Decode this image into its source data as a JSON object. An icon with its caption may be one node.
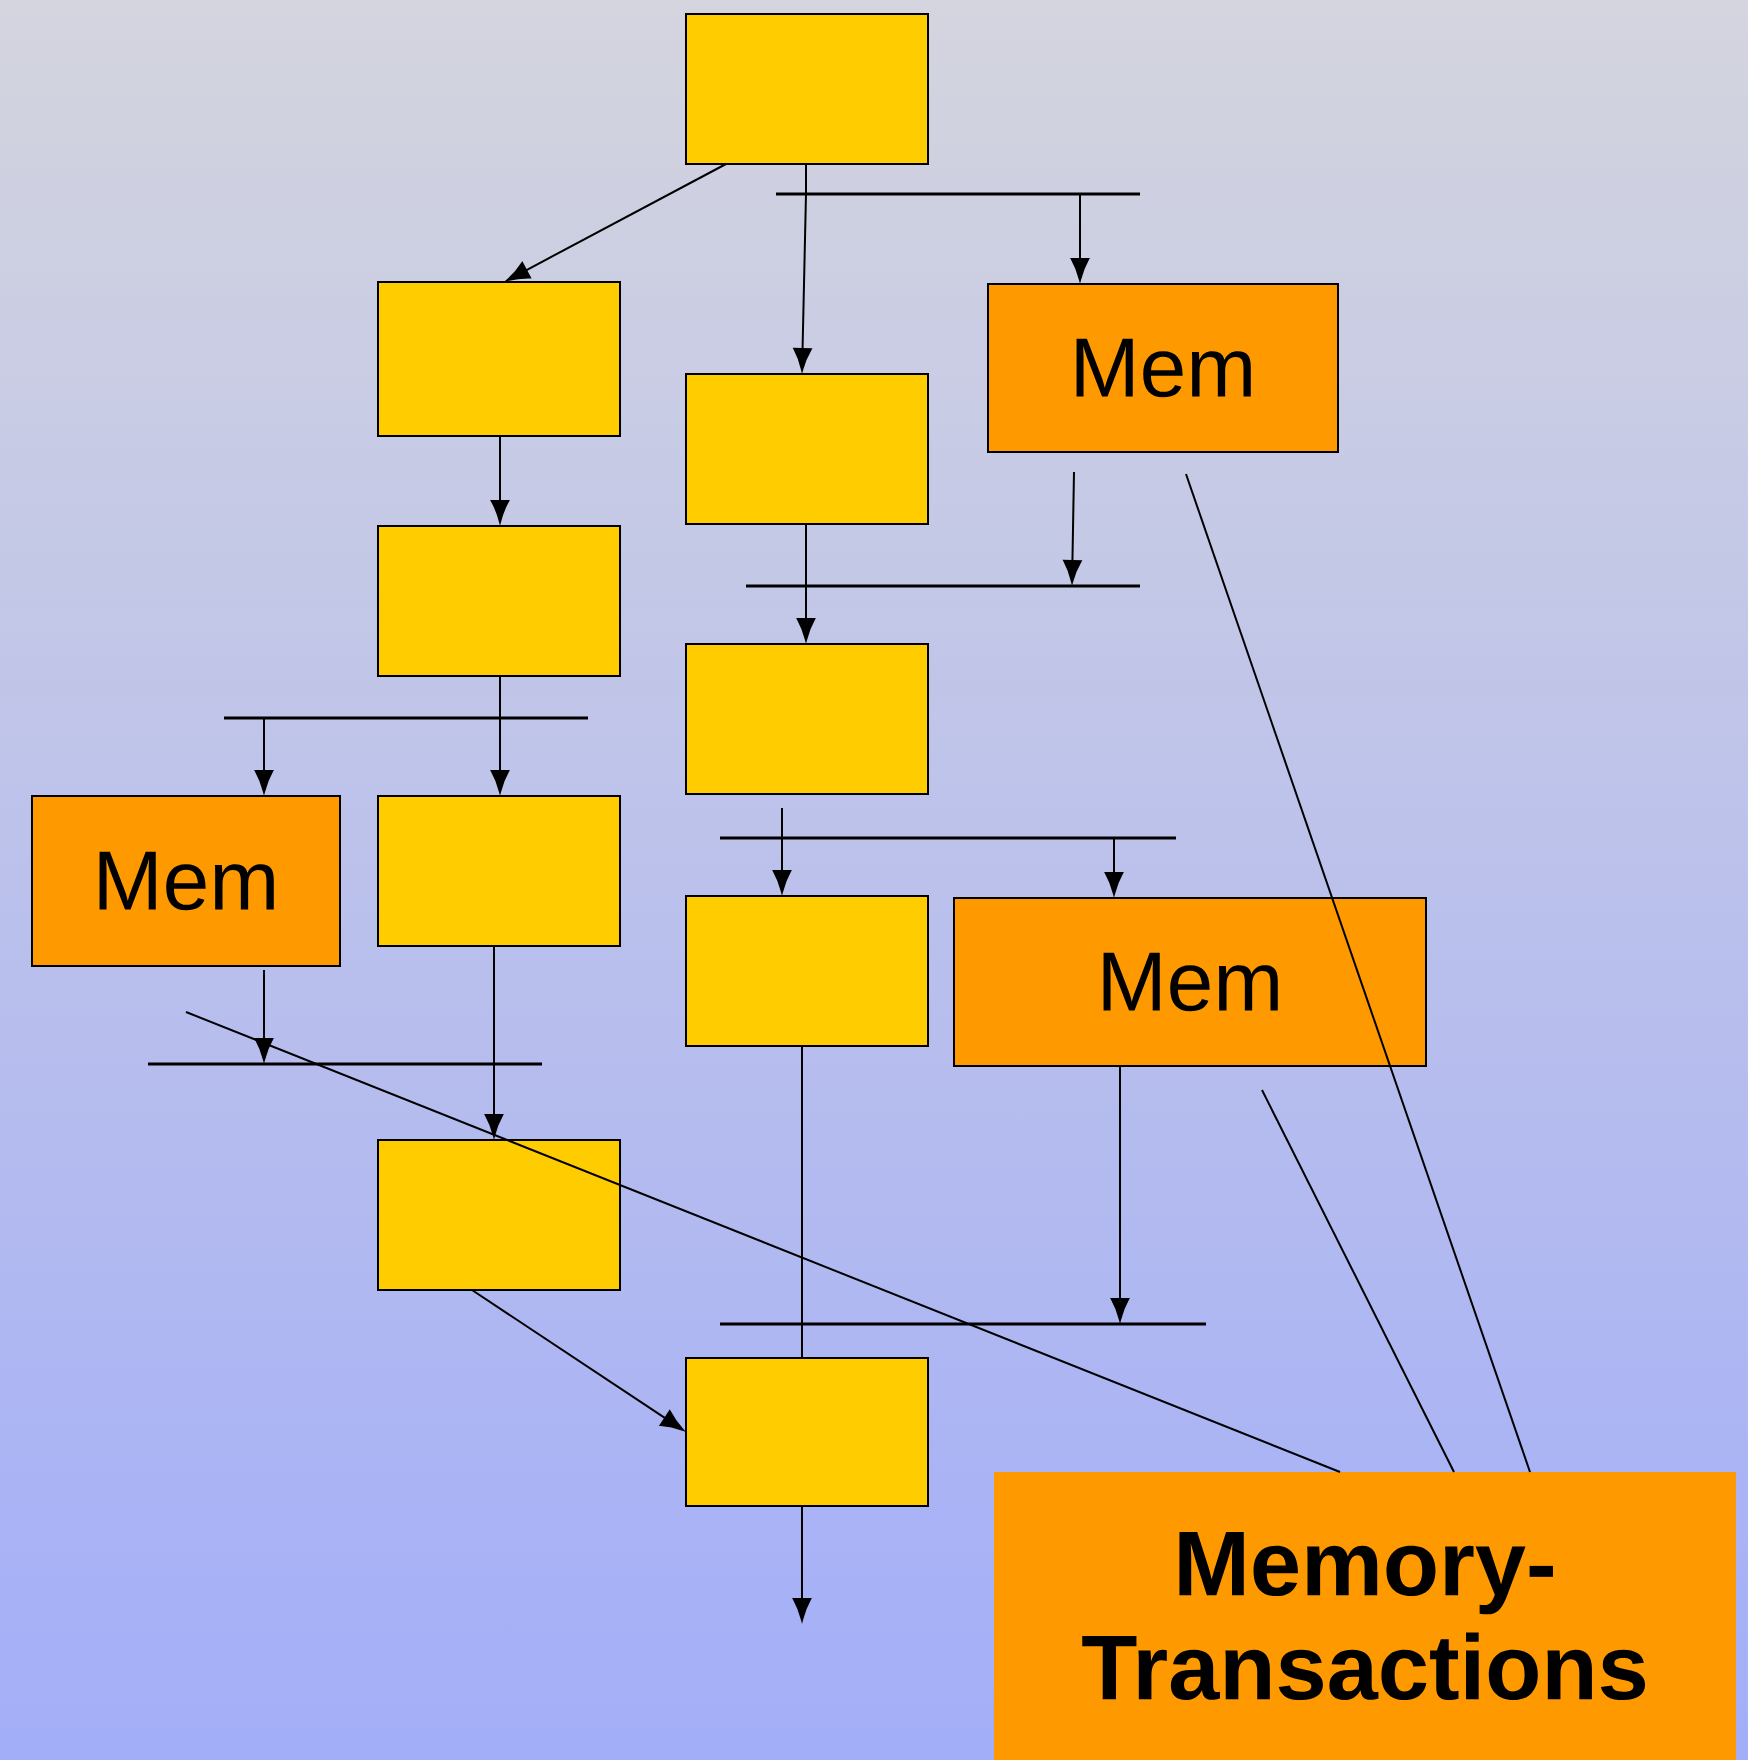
{
  "diagram": {
    "nodes": [
      {
        "text": [],
        "shape": "box"
      },
      {
        "text": [],
        "shape": "box"
      },
      {
        "text": [],
        "shape": "box"
      },
      {
        "text": [
          "Mem"
        ]
      },
      {
        "text": [],
        "shape": "box"
      },
      {
        "text": [],
        "shape": "box"
      },
      {
        "text": [
          "Mem"
        ]
      },
      {
        "text": [],
        "shape": "box"
      },
      {
        "text": [],
        "shape": "box"
      },
      {
        "text": [
          "Mem"
        ]
      },
      {
        "text": [],
        "shape": "box"
      },
      {
        "text": [],
        "shape": "box"
      },
      {
        "text": [
          "Memory-Transactions"
        ]
      },
      {
        "text": [],
        "shape": "bar"
      },
      {
        "text": [],
        "shape": "bar"
      },
      {
        "text": [],
        "shape": "bar"
      },
      {
        "text": [],
        "shape": "bar"
      },
      {
        "text": [],
        "shape": "bar"
      },
      {
        "text": [],
        "shape": "bar"
      }
    ],
    "edges": [
      {
        "from": 0,
        "to": 1,
        "arrow": "to"
      },
      {
        "from": 0,
        "to": 13,
        "arrow": "none"
      },
      {
        "from": 13,
        "to": 2,
        "arrow": "to"
      },
      {
        "from": 13,
        "to": 3,
        "arrow": "to"
      },
      {
        "from": 1,
        "to": 4,
        "arrow": "to"
      },
      {
        "from": 2,
        "to": 14,
        "arrow": "none"
      },
      {
        "from": 3,
        "to": 14,
        "arrow": "to"
      },
      {
        "from": 14,
        "to": 5,
        "arrow": "to"
      },
      {
        "from": 4,
        "to": 15,
        "arrow": "none"
      },
      {
        "from": 15,
        "to": 6,
        "arrow": "to"
      },
      {
        "from": 15,
        "to": 7,
        "arrow": "to"
      },
      {
        "from": 5,
        "to": 16,
        "arrow": "none"
      },
      {
        "from": 16,
        "to": 8,
        "arrow": "to"
      },
      {
        "from": 16,
        "to": 9,
        "arrow": "to"
      },
      {
        "from": 6,
        "to": 17,
        "arrow": "to"
      },
      {
        "from": 7,
        "to": 17,
        "arrow": "none"
      },
      {
        "from": 17,
        "to": 10,
        "arrow": "to"
      },
      {
        "from": 9,
        "to": 18,
        "arrow": "to"
      },
      {
        "from": 8,
        "to": 18,
        "arrow": "none"
      },
      {
        "from": 18,
        "to": 11,
        "arrow": "none"
      },
      {
        "from": 10,
        "to": 11,
        "arrow": "to"
      },
      {
        "from": 11,
        "to": null,
        "arrow": "to"
      },
      {
        "from": 12,
        "to": 3,
        "arrow": "none"
      },
      {
        "from": 12,
        "to": 9,
        "arrow": "none"
      },
      {
        "from": 12,
        "to": 6,
        "arrow": "none"
      }
    ]
  }
}
